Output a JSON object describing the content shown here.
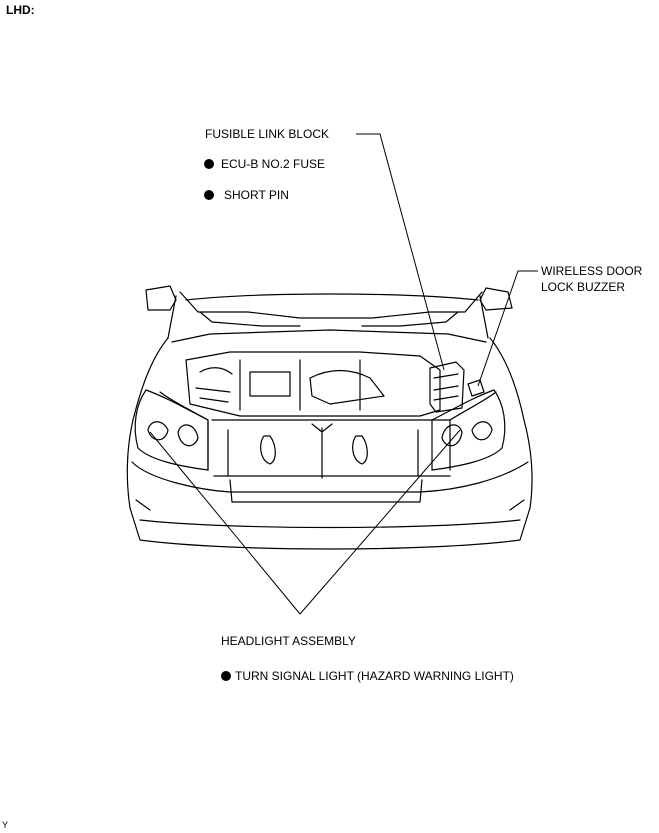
{
  "header": {
    "label": "LHD:"
  },
  "labels": {
    "fusible_link_block": "FUSIBLE LINK BLOCK",
    "ecu_b_fuse": "ECU-B NO.2 FUSE",
    "short_pin": "SHORT PIN",
    "wireless_door_line1": "WIRELESS DOOR",
    "wireless_door_line2": "LOCK BUZZER",
    "headlight_assembly": "HEADLIGHT ASSEMBLY",
    "turn_signal": "TURN SIGNAL LIGHT (HAZARD WARNING LIGHT)"
  },
  "footer": {
    "mark": "Y"
  }
}
